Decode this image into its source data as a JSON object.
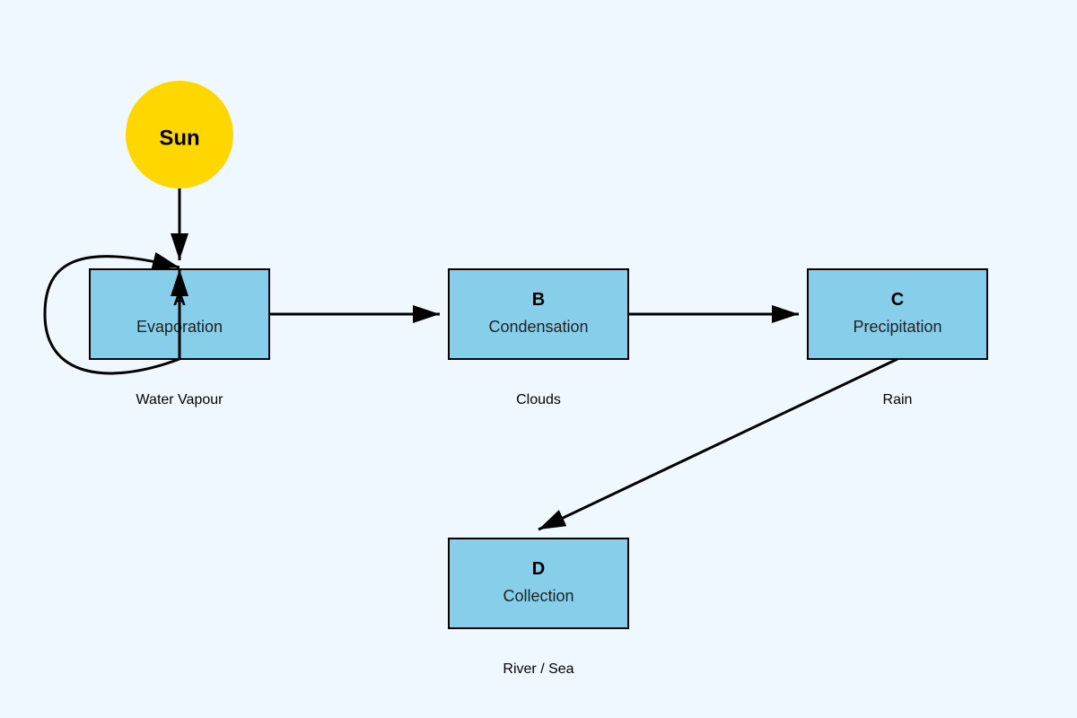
{
  "colors": {
    "background": "#f0f8ff",
    "node_fill": "#87ceeb",
    "node_stroke": "#000000",
    "sun_fill": "#ffd700",
    "edge": "#000000"
  },
  "sun": {
    "label": "Sun"
  },
  "nodes": [
    {
      "id": "A",
      "letter": "A",
      "name": "Evaporation",
      "caption": "Water Vapour"
    },
    {
      "id": "B",
      "letter": "B",
      "name": "Condensation",
      "caption": "Clouds"
    },
    {
      "id": "C",
      "letter": "C",
      "name": "Precipitation",
      "caption": "Rain"
    },
    {
      "id": "D",
      "letter": "D",
      "name": "Collection",
      "caption": "River / Sea"
    }
  ],
  "edges": [
    {
      "from": "Sun",
      "to": "A"
    },
    {
      "from": "A",
      "to": "A"
    },
    {
      "from": "A",
      "to": "B"
    },
    {
      "from": "B",
      "to": "C"
    },
    {
      "from": "C",
      "to": "D"
    }
  ]
}
